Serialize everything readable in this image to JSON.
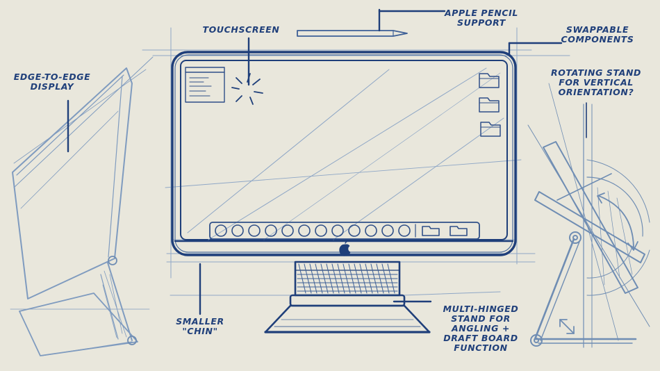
{
  "colors": {
    "ink": "#1f3f7a",
    "pencil": "#6f8db3",
    "paper": "#e9e7dc"
  },
  "labels": {
    "edge_to_edge": "EDGE-TO-EDGE\nDISPLAY",
    "touchscreen": "TOUCHSCREEN",
    "apple_pencil": "APPLE PENCIL\nSUPPORT",
    "swappable": "SWAPPABLE\nCOMPONENTS",
    "rotating_stand": "ROTATING STAND\nFOR VERTICAL\nORIENTATION?",
    "smaller_chin": "SMALLER\n\"CHIN\"",
    "multi_hinged": "MULTI-HINGED\nSTAND FOR\nANGLING +\nDRAFT BOARD\nFUNCTION"
  },
  "icons": {
    "logo": "apple-logo",
    "desktop_folders": [
      "folder",
      "folder",
      "folder"
    ],
    "dock_apps": 12,
    "dock_folders": 2
  }
}
